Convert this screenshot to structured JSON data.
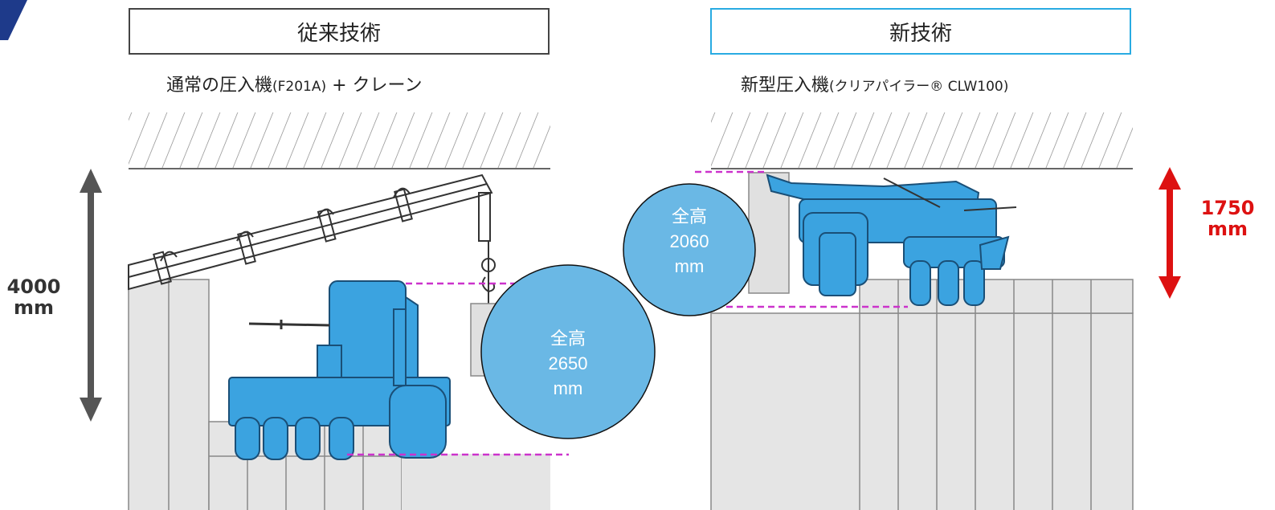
{
  "left": {
    "header": "従来技術",
    "subtitle_main": "通常の圧入機",
    "subtitle_model": "(F201A)",
    "subtitle_tail": " + クレーン",
    "circle": {
      "label": "全高",
      "value": "2650",
      "unit": "mm"
    },
    "dimension": {
      "value": "4000",
      "unit": "mm"
    }
  },
  "right": {
    "header": "新技術",
    "subtitle_main": "新型圧入機",
    "subtitle_model": "(クリアパイラー® CLW100)",
    "circle": {
      "label": "全高",
      "value": "2060",
      "unit": "mm"
    },
    "dimension": {
      "value": "1750",
      "unit": "mm"
    }
  },
  "colors": {
    "machine": "#3ba3e0",
    "circle": "#6ab8e5",
    "highlight_dash": "#cc33cc",
    "dim_left": "#555555",
    "dim_right": "#dd1111",
    "right_header_border": "#29abe2"
  }
}
